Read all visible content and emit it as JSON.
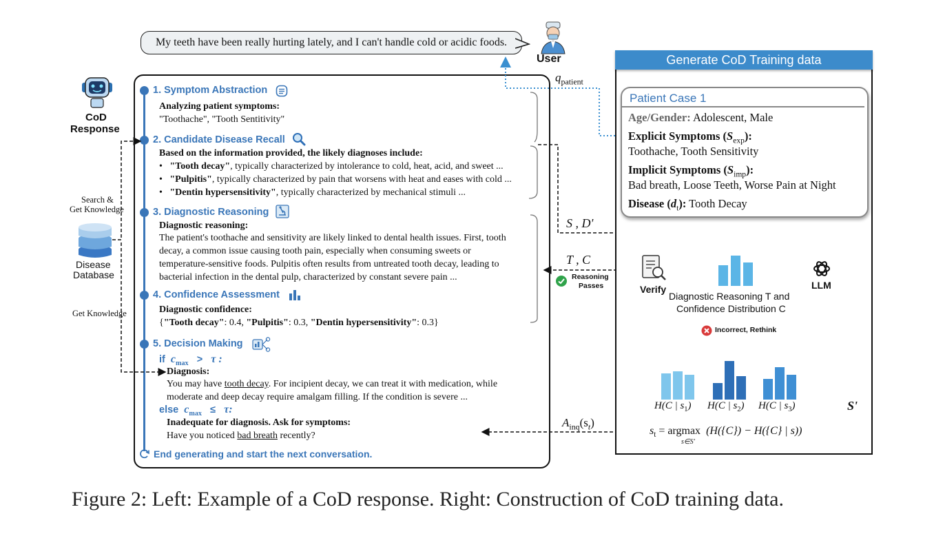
{
  "user": {
    "message": "My teeth have been really hurting lately, and I can't handle cold or acidic foods.",
    "label": "User"
  },
  "cod_response": {
    "label_line1": "CoD",
    "label_line2": "Response"
  },
  "left_side": {
    "search_label_line1": "Search &",
    "search_label_line2": "Get Knowledge",
    "db_label_line1": "Disease",
    "db_label_line2": "Database",
    "get_knowledge": "Get Knowledge"
  },
  "steps": {
    "s1": {
      "title": "1. Symptom Abstraction",
      "heading": "Analyzing patient symptoms:",
      "text": "\"Toothache\", \"Tooth Sentitivity\""
    },
    "s2": {
      "title": "2. Candidate Disease Recall",
      "heading": "Based on the information provided, the likely diagnoses include:",
      "items": [
        {
          "name": "\"Tooth decay\"",
          "desc": ", typically characterized by intolerance to cold, heat, acid, and sweet ..."
        },
        {
          "name": "\"Pulpitis\"",
          "desc": ", typically characterized by pain that worsens with heat and eases with cold ..."
        },
        {
          "name": "\"Dentin hypersensitivity\"",
          "desc": ", typically characterized by mechanical stimuli ..."
        }
      ]
    },
    "s3": {
      "title": "3. Diagnostic Reasoning",
      "heading": "Diagnostic reasoning:",
      "lines": [
        "The patient's toothache and sensitivity are likely linked to dental health issues. First, tooth",
        "decay, a common issue causing tooth pain, especially when consuming sweets or",
        "temperature-sensitive foods. Pulpitis often results from untreated tooth decay, leading to",
        "bacterial infection in the dental pulp, characterized by constant severe pain ..."
      ]
    },
    "s4": {
      "title": "4. Confidence Assessment",
      "heading": "Diagnostic confidence:",
      "open": "{",
      "n1": "\"Tooth decay\"",
      "v1": ": 0.4, ",
      "n2": "\"Pulpitis\"",
      "v2": ": 0.3, ",
      "n3": "\"Dentin hypersensitivity\"",
      "v3": ": 0.3}"
    },
    "s5": {
      "title": "5. Decision Making",
      "if_kw": "if",
      "c_max": "c",
      "c_sub": "max",
      "gt": ">",
      "tau": "τ :",
      "diag_heading": "Diagnosis:",
      "diag_l1_pre": "You may have ",
      "diag_l1_ul": "tooth decay",
      "diag_l1_post": ". For incipient decay, we can treat it with medication, while",
      "diag_l2": "moderate and deep decay require amalgam filling. If the condition is severe ...",
      "else_kw": "else",
      "le": "≤",
      "tau2": "τ:",
      "inq_heading": "Inadequate for diagnosis. Ask for symptoms:",
      "inq_pre": "Have you noticed ",
      "inq_ul": "bad breath",
      "inq_post": " recently?"
    },
    "end": "End generating and start the next conversation."
  },
  "middle": {
    "q_patient": "q",
    "q_sub": "patient",
    "s_d": "S , D'",
    "t_c": "T , C",
    "passes_line1": "Reasoning",
    "passes_line2": "Passes",
    "a_inq": "A",
    "a_sub": "inq",
    "a_arg": "(s",
    "a_arg_sub": "t",
    "a_close": ")"
  },
  "right": {
    "header": "Generate CoD Training data",
    "case_title": "Patient Case 1",
    "age_label": "Age/Gender:",
    "age_value": " Adolescent, Male",
    "explicit_label": "Explicit Symptoms (",
    "explicit_sym": "S",
    "explicit_sub": "exp",
    "explicit_close": "):",
    "explicit_value": "Toothache, Tooth Sensitivity",
    "implicit_label": "Implicit Symptoms (",
    "implicit_sym": "S",
    "implicit_sub": "imp",
    "implicit_close": "):",
    "implicit_value": "Bad breath, Loose Teeth, Worse Pain at Night",
    "disease_label": "Disease (",
    "disease_sym": "d",
    "disease_sub": "t",
    "disease_close": "):",
    "disease_value": " Tooth Decay",
    "verify": "Verify",
    "llm": "LLM",
    "reasoning_line1": "Diagnostic Reasoning T and",
    "reasoning_line2": "Confidence Distribution C",
    "incorrect": "Incorrect, Rethink",
    "h1": "H(C | s",
    "h1_sub": "1",
    "h2": "H(C | s",
    "h2_sub": "2",
    "h3": "H(C | s",
    "h3_sub": "3",
    "h_close": ")",
    "s_prime": "S'",
    "formula_left": "s",
    "formula_left_sub": "t",
    "formula_eq": " = argmax",
    "formula_under": "s∈S'",
    "formula_right": "(H({C}) − H({C} | s))"
  },
  "caption": "Figure 2: Left: Example of a CoD response. Right: Construction of CoD training data.",
  "colors": {
    "accent_blue": "#3a76b8",
    "header_blue": "#3c8bcb",
    "bar_light": "#5bb5e6",
    "bar_dark": "#2e6fb7",
    "green": "#2fa34a",
    "red": "#d93b3b"
  }
}
